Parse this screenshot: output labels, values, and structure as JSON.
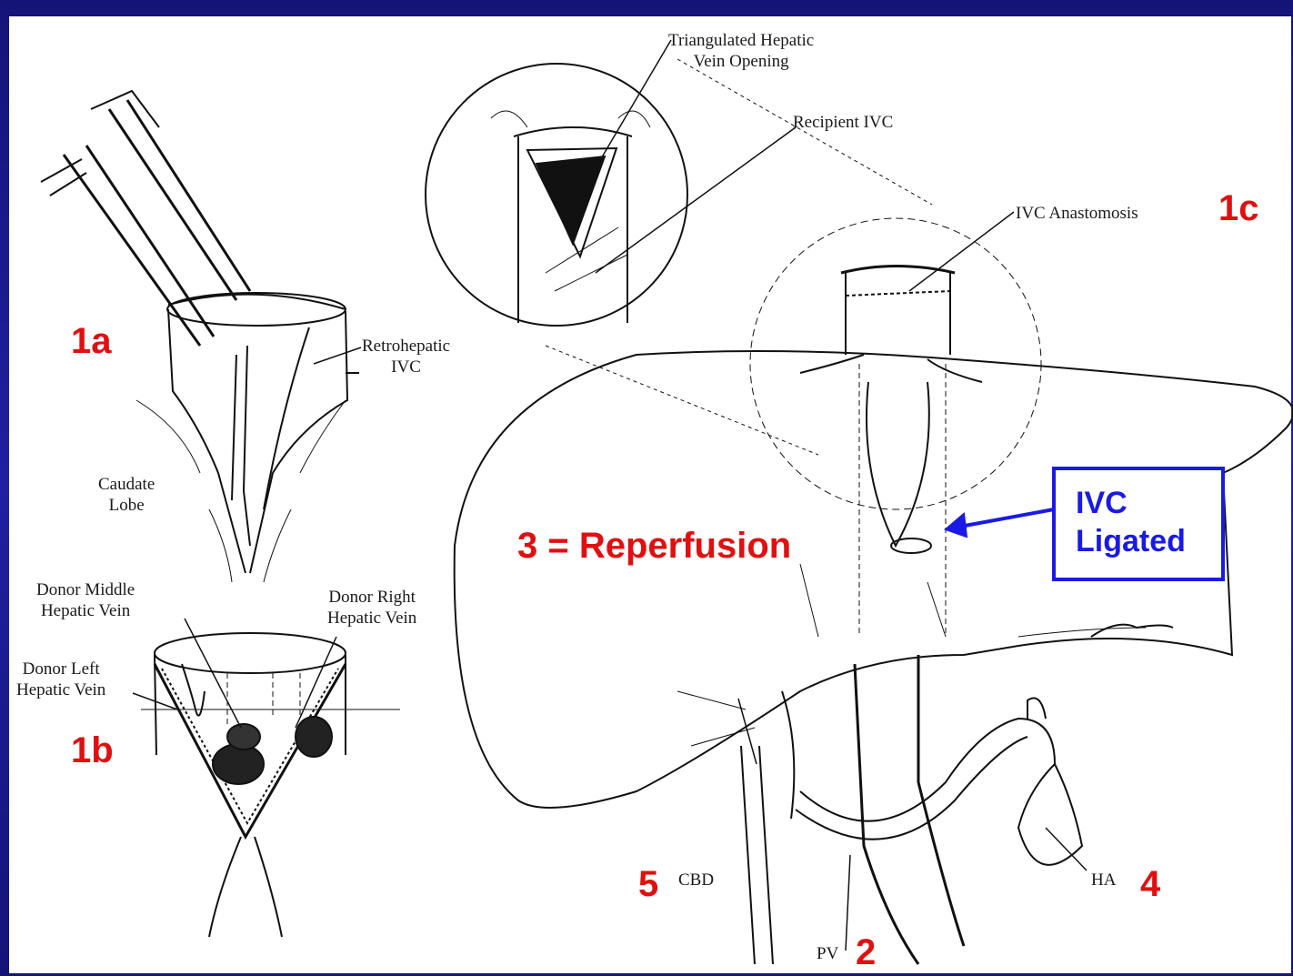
{
  "labels": {
    "triangulated": [
      "Triangulated Hepatic",
      "Vein Opening"
    ],
    "recipient_ivc": "Recipient IVC",
    "ivc_anastomosis": "IVC Anastomosis",
    "retrohepatic": [
      "Retrohepatic",
      "IVC"
    ],
    "caudate": [
      "Caudate",
      "Lobe"
    ],
    "donor_middle": [
      "Donor Middle",
      "Hepatic Vein"
    ],
    "donor_right": [
      "Donor Right",
      "Hepatic Vein"
    ],
    "donor_left": [
      "Donor Left",
      "Hepatic Vein"
    ],
    "cbd": "CBD",
    "pv": "PV",
    "ha": "HA"
  },
  "annotations": {
    "step_1a": "1a",
    "step_1b": "1b",
    "step_1c": "1c",
    "step_2": "2",
    "step_3": "3 = Reperfusion",
    "step_4": "4",
    "step_5": "5",
    "callout": [
      "IVC",
      "Ligated"
    ]
  },
  "colors": {
    "annotation_red": "#e01010",
    "callout_blue": "#1a1ae6",
    "frame_blue": "#1a1a8c"
  }
}
